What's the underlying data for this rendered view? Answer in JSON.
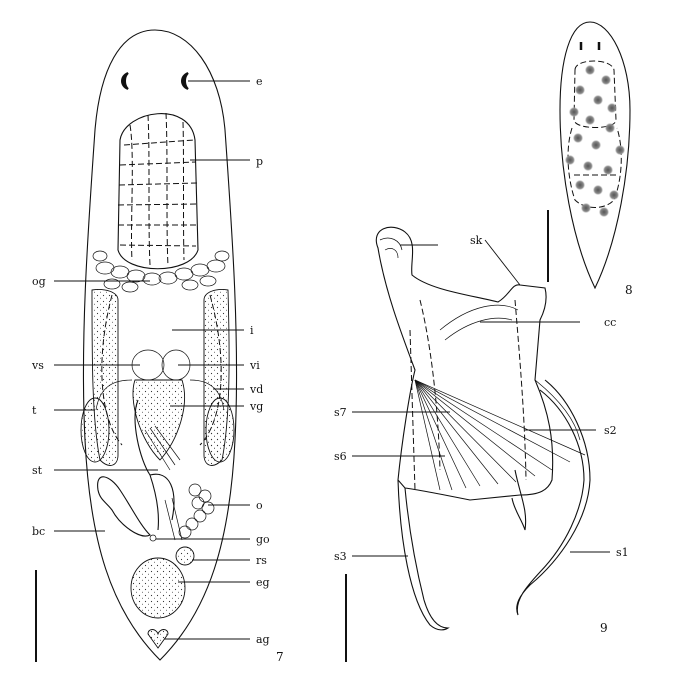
{
  "figure7": {
    "number": "7",
    "labels": {
      "e": "e",
      "p": "p",
      "og": "og",
      "i": "i",
      "vs": "vs",
      "vi": "vi",
      "vd": "vd",
      "t": "t",
      "vg": "vg",
      "st": "st",
      "o": "o",
      "bc": "bc",
      "go": "go",
      "rs": "rs",
      "eg": "eg",
      "ag": "ag"
    }
  },
  "figure8": {
    "number": "8"
  },
  "figure9": {
    "number": "9",
    "labels": {
      "sk": "sk",
      "cc": "cc",
      "s7": "s7",
      "s2": "s2",
      "s6": "s6",
      "s3": "s3",
      "s1": "s1"
    }
  }
}
